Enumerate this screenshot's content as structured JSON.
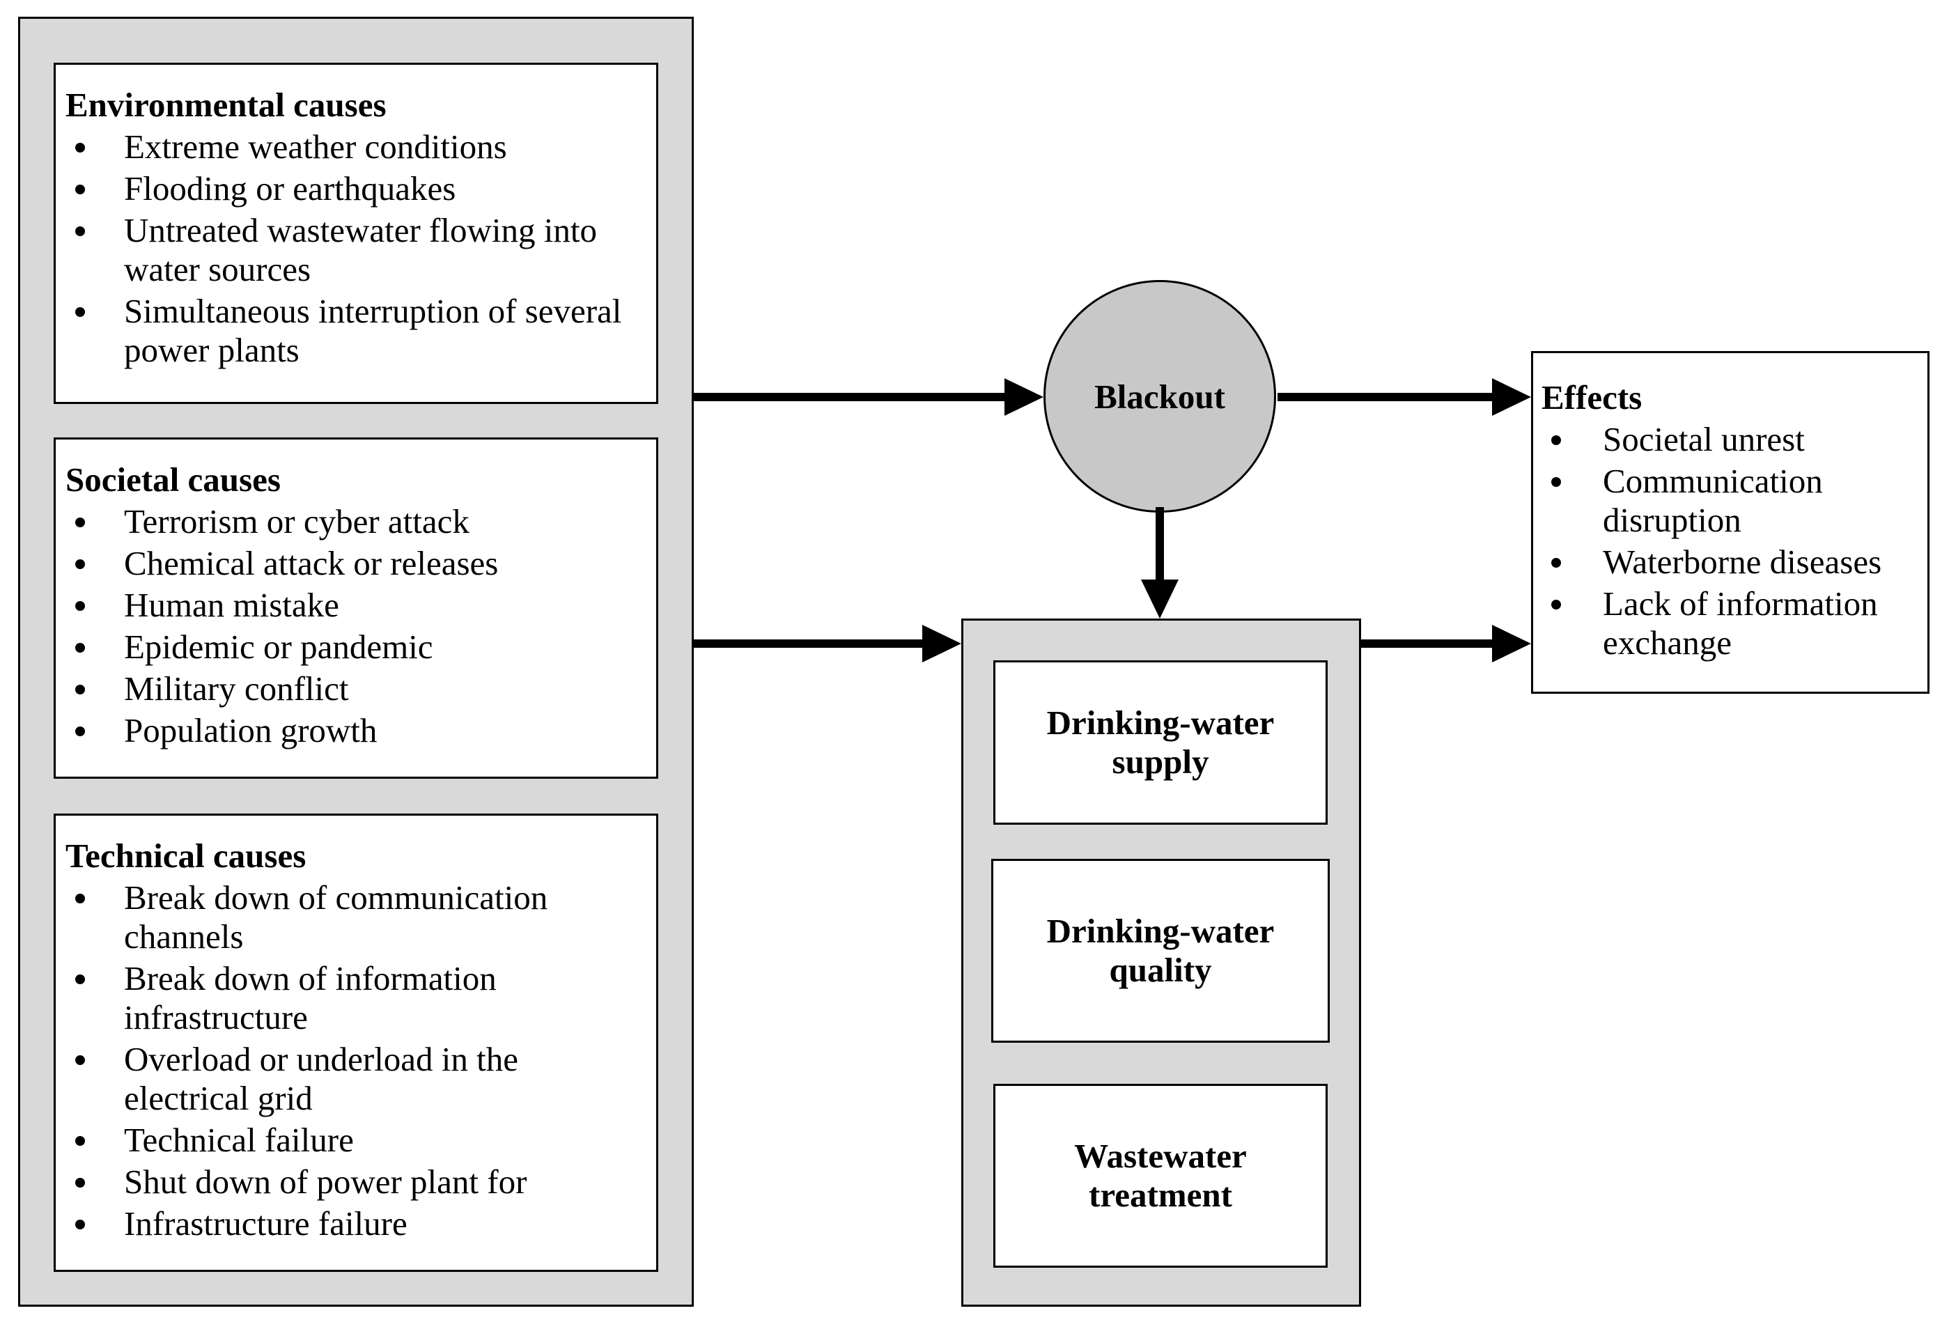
{
  "causes": {
    "environmental": {
      "title": "Environmental causes",
      "items": [
        "Extreme weather conditions",
        "Flooding or earthquakes",
        "Untreated wastewater flowing into water sources",
        "Simultaneous interruption of several power plants"
      ]
    },
    "societal": {
      "title": "Societal causes",
      "items": [
        "Terrorism or cyber attack",
        "Chemical attack or releases",
        "Human mistake",
        "Epidemic or pandemic",
        "Military conflict",
        "Population growth"
      ]
    },
    "technical": {
      "title": "Technical causes",
      "items": [
        "Break down of communication channels",
        "Break down of information infrastructure",
        "Overload or underload in the electrical grid",
        "Technical failure",
        "Shut down of power plant for",
        "Infrastructure failure"
      ]
    }
  },
  "blackout": {
    "label": "Blackout"
  },
  "systems": {
    "supply": "Drinking-water supply",
    "quality": "Drinking-water quality",
    "wastewater": "Wastewater treatment"
  },
  "effects": {
    "title": "Effects",
    "items": [
      "Societal unrest",
      "Communication disruption",
      "Waterborne diseases",
      "Lack of information exchange"
    ]
  },
  "colors": {
    "panel_gray": "#d9d9d9",
    "circle_gray": "#c8c8c8",
    "line": "#000000"
  }
}
